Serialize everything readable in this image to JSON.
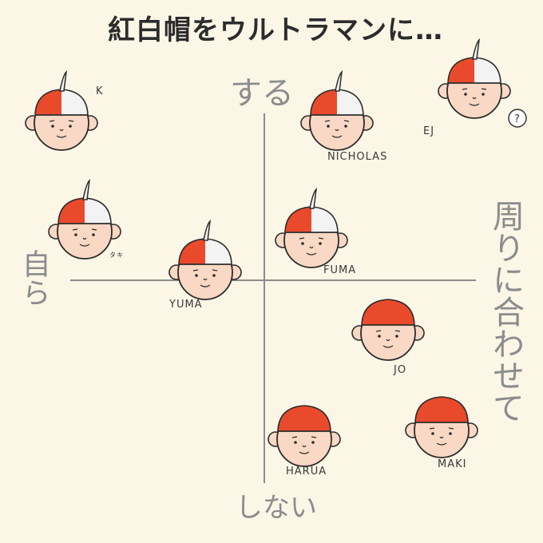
{
  "title": "紅白帽をウルトラマンに…",
  "axes": {
    "top": "する",
    "bottom": "しない",
    "left": "自ら",
    "right": "周りに合わせて"
  },
  "people": [
    {
      "id": "k",
      "name": "K",
      "cap": "split",
      "question_bubble": ""
    },
    {
      "id": "nicholas",
      "name": "NICHOLAS",
      "cap": "split",
      "question_bubble": ""
    },
    {
      "id": "ej",
      "name": "EJ",
      "cap": "split",
      "question_bubble": "?"
    },
    {
      "id": "taki",
      "name": "タキ",
      "cap": "split",
      "question_bubble": ""
    },
    {
      "id": "fuma",
      "name": "FUMA",
      "cap": "split",
      "question_bubble": ""
    },
    {
      "id": "yuma",
      "name": "YUMA",
      "cap": "split",
      "question_bubble": ""
    },
    {
      "id": "jo",
      "name": "JO",
      "cap": "red",
      "question_bubble": ""
    },
    {
      "id": "harua",
      "name": "HARUA",
      "cap": "red",
      "question_bubble": ""
    },
    {
      "id": "maki",
      "name": "MAKI",
      "cap": "red",
      "question_bubble": ""
    }
  ],
  "colors": {
    "background": "#fbf6e6",
    "cap_red": "#ea4a2c",
    "cap_white": "#f3f3f3",
    "skin": "#f9d8c5",
    "line": "#2c2c2c",
    "axis": "#8c8c8c"
  }
}
